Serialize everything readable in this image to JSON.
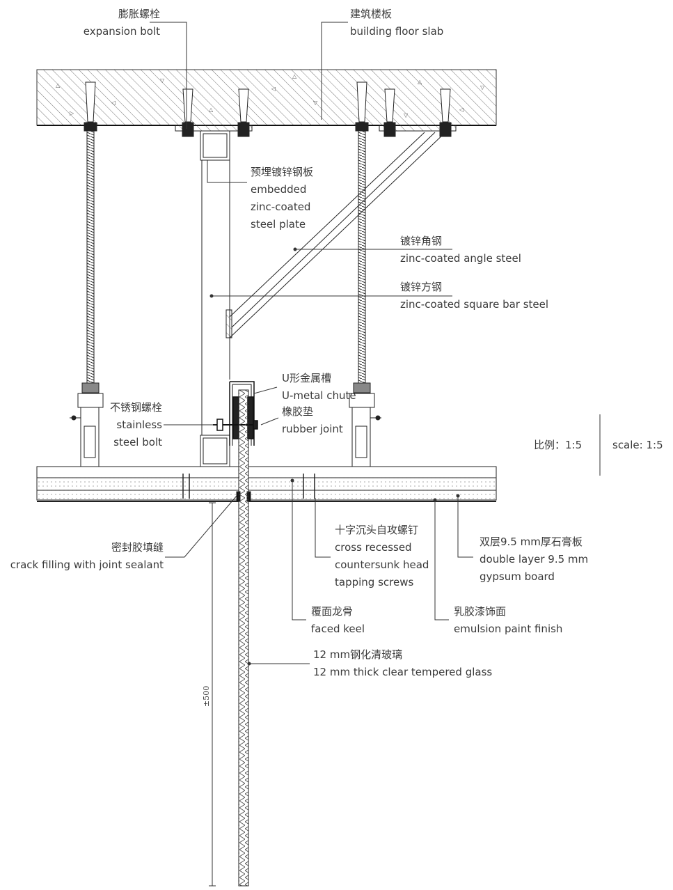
{
  "labels": {
    "expansion_bolt": {
      "zh": "膨胀螺栓",
      "en": "expansion bolt"
    },
    "floor_slab": {
      "zh": "建筑楼板",
      "en": "building floor slab"
    },
    "embedded_plate": {
      "zh": "预埋镀锌钢板",
      "en1": "embedded",
      "en2": "zinc-coated",
      "en3": "steel plate"
    },
    "angle_steel": {
      "zh": "镀锌角钢",
      "en": "zinc-coated angle steel"
    },
    "square_bar": {
      "zh": "镀锌方钢",
      "en": "zinc-coated square bar steel"
    },
    "u_chute": {
      "zh": "U形金属槽",
      "en": "U-metal chute"
    },
    "rubber_joint": {
      "zh": "橡胶垫",
      "en": "rubber joint"
    },
    "stainless_bolt": {
      "zh": "不锈钢螺栓",
      "en1": "stainless",
      "en2": "steel bolt"
    },
    "scale": {
      "zh": "比例：1:5",
      "en": "scale: 1:5"
    },
    "sealant": {
      "zh": "密封胶填缝",
      "en": "crack filling with joint sealant"
    },
    "screws": {
      "zh": "十字沉头自攻螺钉",
      "en1": "cross recessed",
      "en2": "countersunk head",
      "en3": "tapping screws"
    },
    "gypsum": {
      "zh": "双层9.5 mm厚石膏板",
      "en1": "double layer 9.5 mm",
      "en2": "gypsum board"
    },
    "keel": {
      "zh": "覆面龙骨",
      "en": "faced keel"
    },
    "paint": {
      "zh": "乳胶漆饰面",
      "en": "emulsion paint finish"
    },
    "glass": {
      "zh": "12 mm钢化清玻璃",
      "en": "12 mm thick clear tempered glass"
    }
  },
  "dimension": "±500"
}
